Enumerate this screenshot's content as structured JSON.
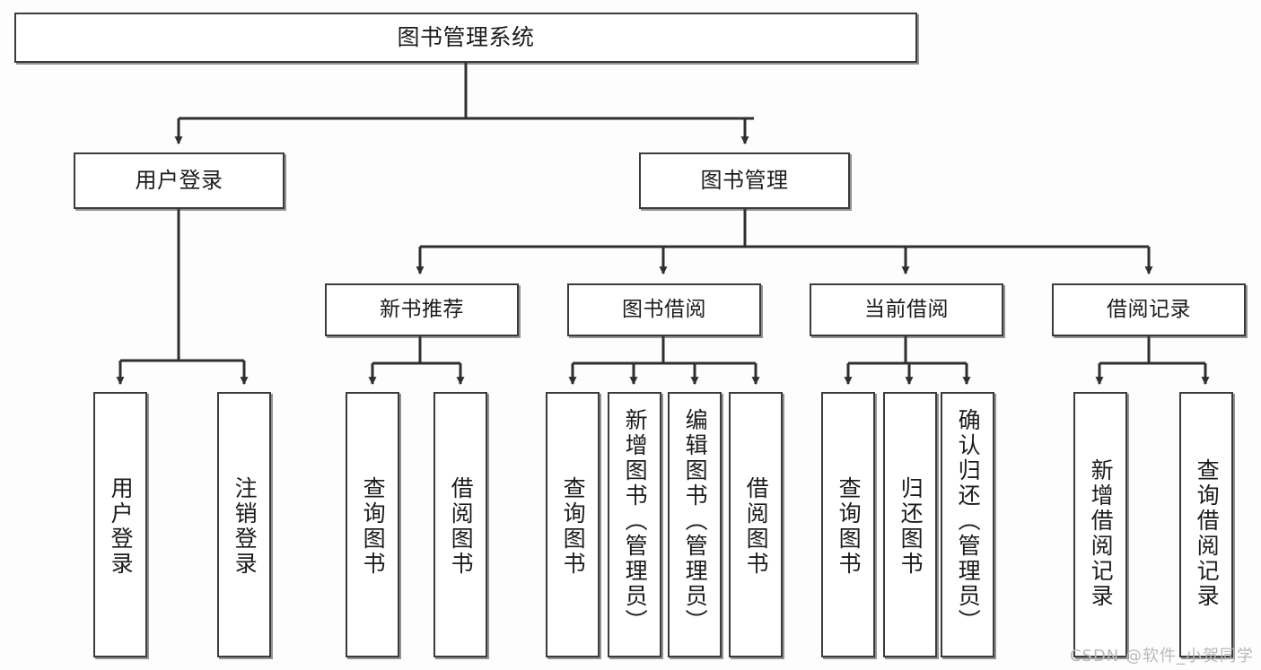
{
  "diagram": {
    "type": "tree-hierarchy-chart",
    "title": "图书管理系统",
    "orientation": "top-down",
    "edge_style": "orthogonal-with-arrowheads",
    "colors": {
      "box_border": "#3b3b3b",
      "box_fill": "#ffffff",
      "edge": "#2f2f2f",
      "text": "#1c1c1c",
      "canvas": "#fdfdfd",
      "watermark": "#b9b9b9"
    }
  },
  "nodes": {
    "root": {
      "label": "图书管理系统",
      "level": 1
    },
    "level2": [
      {
        "id": "user-login",
        "label": "用户登录"
      },
      {
        "id": "book-manage",
        "label": "图书管理"
      }
    ],
    "level3": [
      {
        "id": "new-book-recommend",
        "label": "新书推荐",
        "parent": "book-manage"
      },
      {
        "id": "book-borrow",
        "label": "图书借阅",
        "parent": "book-manage"
      },
      {
        "id": "current-borrow",
        "label": "当前借阅",
        "parent": "book-manage"
      },
      {
        "id": "borrow-record",
        "label": "借阅记录",
        "parent": "book-manage"
      }
    ],
    "leaves": [
      {
        "id": "leaf-user-login",
        "label": "用户登录",
        "parent": "user-login"
      },
      {
        "id": "leaf-user-logout",
        "label": "注销登录",
        "parent": "user-login"
      },
      {
        "id": "leaf-query-book-1",
        "label": "查询图书",
        "parent": "new-book-recommend"
      },
      {
        "id": "leaf-borrow-book-1",
        "label": "借阅图书",
        "parent": "new-book-recommend"
      },
      {
        "id": "leaf-query-book-2",
        "label": "查询图书",
        "parent": "book-borrow"
      },
      {
        "id": "leaf-add-book",
        "label": "新增图书（管理员）",
        "parent": "book-borrow"
      },
      {
        "id": "leaf-edit-book",
        "label": "编辑图书（管理员）",
        "parent": "book-borrow"
      },
      {
        "id": "leaf-borrow-book-2",
        "label": "借阅图书",
        "parent": "book-borrow"
      },
      {
        "id": "leaf-query-book-3",
        "label": "查询图书",
        "parent": "current-borrow"
      },
      {
        "id": "leaf-return-book",
        "label": "归还图书",
        "parent": "current-borrow"
      },
      {
        "id": "leaf-confirm-return",
        "label": "确认归还（管理员）",
        "parent": "current-borrow"
      },
      {
        "id": "leaf-add-record",
        "label": "新增借阅记录",
        "parent": "borrow-record"
      },
      {
        "id": "leaf-query-record",
        "label": "查询借阅记录",
        "parent": "borrow-record"
      }
    ]
  },
  "watermark": {
    "text": "CSDN @软件_小贺同学"
  }
}
